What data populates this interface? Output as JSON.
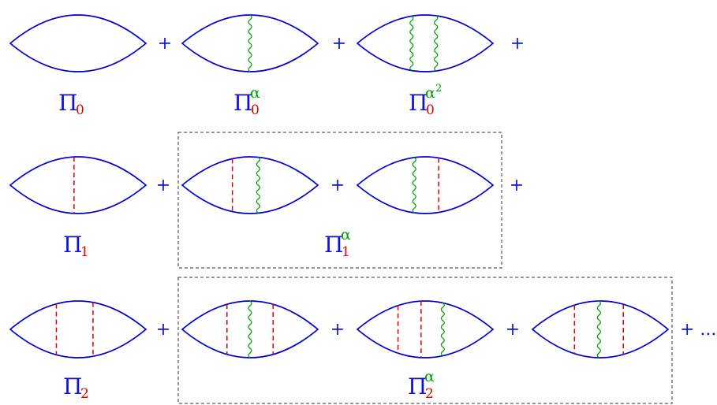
{
  "colors": {
    "loop": "#0000d0",
    "interaction": "#e00000",
    "photon": "#00a000",
    "text_blue": "#1010e0",
    "text_red": "#e00000",
    "text_green": "#00a000",
    "box": "#333333"
  },
  "symbols": {
    "plus": "+",
    "ellipsis": "+ ...",
    "pi": "Π",
    "alpha": "α",
    "alpha_power": "2"
  },
  "rows": [
    {
      "row": "order-0",
      "diagrams": [
        "bare-bubble",
        "one-photon",
        "two-photon"
      ],
      "labels": [
        {
          "sub": "0",
          "sup": ""
        },
        {
          "sub": "0",
          "sup": "α"
        },
        {
          "sub": "0",
          "sup": "α",
          "sup_power": "2"
        }
      ],
      "ellipsis": false,
      "boxed": false
    },
    {
      "row": "order-1",
      "diagrams": [
        "one-interaction",
        "interaction-then-photon",
        "photon-then-interaction"
      ],
      "labels": [
        {
          "sub": "1",
          "sup": ""
        },
        {
          "sub": "1",
          "sup": "α"
        }
      ],
      "ellipsis": false,
      "boxed": true
    },
    {
      "row": "order-2",
      "diagrams": [
        "two-interactions",
        "photon-between",
        "photon-after",
        "photon-middle"
      ],
      "labels": [
        {
          "sub": "2",
          "sup": ""
        },
        {
          "sub": "2",
          "sup": "α"
        }
      ],
      "ellipsis": true,
      "boxed": true
    }
  ]
}
